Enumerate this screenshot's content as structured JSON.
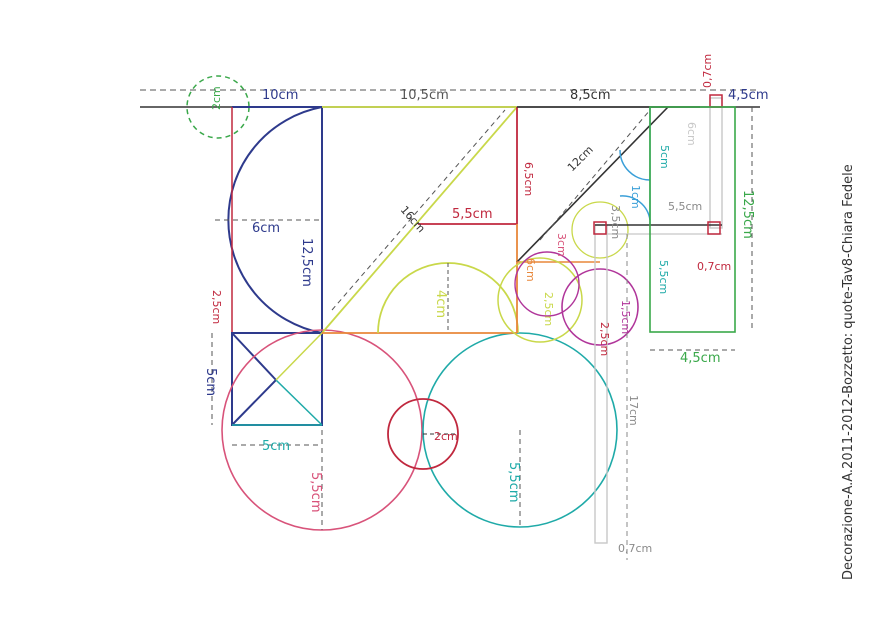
{
  "colors": {
    "navy": "#2e3a8c",
    "crimson": "#c0283e",
    "pink": "#d8537a",
    "teal": "#1faaa8",
    "yellowgreen": "#c9d84a",
    "orange": "#e8873a",
    "purple": "#b0359a",
    "green": "#3aa84a",
    "sky": "#3a9fd8",
    "lavender": "#9a8fc8",
    "gray": "#8a8a8a",
    "dark": "#333333",
    "lightgray": "#c8c8c8"
  },
  "labels": {
    "top_10cm": "10cm",
    "top_10_5cm": "10,5cm",
    "top_8_5cm": "8,5cm",
    "top_4_5cm": "4,5cm",
    "top_0_7cm": "0,7cm",
    "circle_2cm_top": "2cm",
    "half_6cm": "6cm",
    "half_12_5cm": "12,5cm",
    "side_2_5cm": "2,5cm",
    "diag_16cm": "16cm",
    "mid_5_5cm": "5,5cm",
    "vert_6_5cm": "6,5cm",
    "diag_12cm": "12cm",
    "blue_5cm": "5cm",
    "blue_1cm": "1cm",
    "gray_5_5cm": "5,5cm",
    "gray_3_5cm": "3,5cm",
    "yg_4cm": "4cm",
    "purple_3cm": "3cm",
    "orange_6cm": "6cm",
    "yg_2_5cm": "2,5cm",
    "teal_5_5cm": "5,5cm",
    "purple_1_5cm": "1,5cm",
    "crimson_2_5cm": "2,5cm",
    "crimson_0_7cm": "0,7cm",
    "green_12_5cm": "12,5cm",
    "green_4_5cm": "4,5cm",
    "navy_5cm": "5cm",
    "teal_5cm": "5cm",
    "pink_5_5cm": "5,5cm",
    "center_2cm": "2cm",
    "teal_big_5_5cm": "5,5cm",
    "gray_17cm": "17cm",
    "gray_0_7cm": "0,7cm",
    "gray_top_6cm": "6cm"
  },
  "side_caption": "Decorazione-A.A.2011-2012-Bozzetto: quote-Tav8-Chiara Fedele"
}
